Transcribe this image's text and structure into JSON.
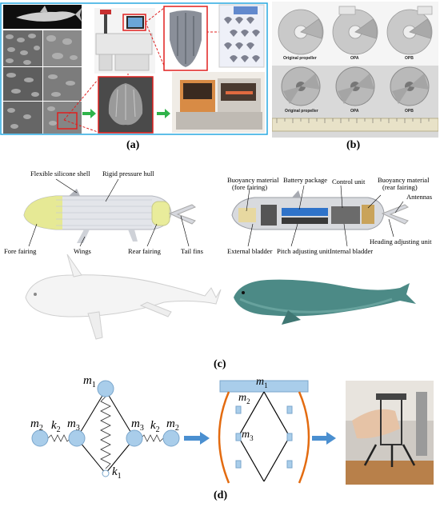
{
  "panels": {
    "a": {
      "label": "(a)"
    },
    "b": {
      "label": "(b)",
      "top_captions": [
        "Original propeller",
        "OPA",
        "OPB"
      ],
      "bottom_captions": [
        "Original propeller",
        "OPA",
        "OPB"
      ]
    },
    "c": {
      "label": "(c)",
      "left_labels": {
        "shell": "Flexible silicone shell",
        "hull": "Rigid pressure hull",
        "fore": "Fore fairing",
        "wings": "Wings",
        "rear": "Rear fairing",
        "tail": "Tail fins"
      },
      "right_labels": {
        "buoy_fore_1": "Buoyancy material",
        "buoy_fore_2": "(fore fairing)",
        "battery": "Battery package",
        "control": "Control unit",
        "buoy_rear_1": "Buoyancy material",
        "buoy_rear_2": "(rear fairing)",
        "antennas": "Antennas",
        "heading": "Heading adjusting unit",
        "ext_bladder": "External bladder",
        "pitch": "Pitch adjusting unit",
        "int_bladder": "Internal bladder"
      }
    },
    "d": {
      "label": "(d)",
      "spring_model": {
        "m1": "m",
        "m1_sub": "1",
        "m2": "m",
        "m2_sub": "2",
        "m3": "m",
        "m3_sub": "3",
        "k1": "k",
        "k1_sub": "1",
        "k2": "k",
        "k2_sub": "2"
      },
      "mechanism": {
        "m1": "m",
        "m1_sub": "1",
        "m2": "m",
        "m2_sub": "2",
        "m3": "m",
        "m3_sub": "3"
      }
    }
  },
  "colors": {
    "frame_blue": "#29a8e0",
    "highlight_red": "#e0201f",
    "arrow_green": "#2fb34a",
    "arrow_blue": "#4a8fd0",
    "node_fill": "#a9cdea",
    "node_stroke": "#7aa6cc",
    "arc_orange": "#e36b10",
    "seal_teal": "#4c8a86"
  }
}
